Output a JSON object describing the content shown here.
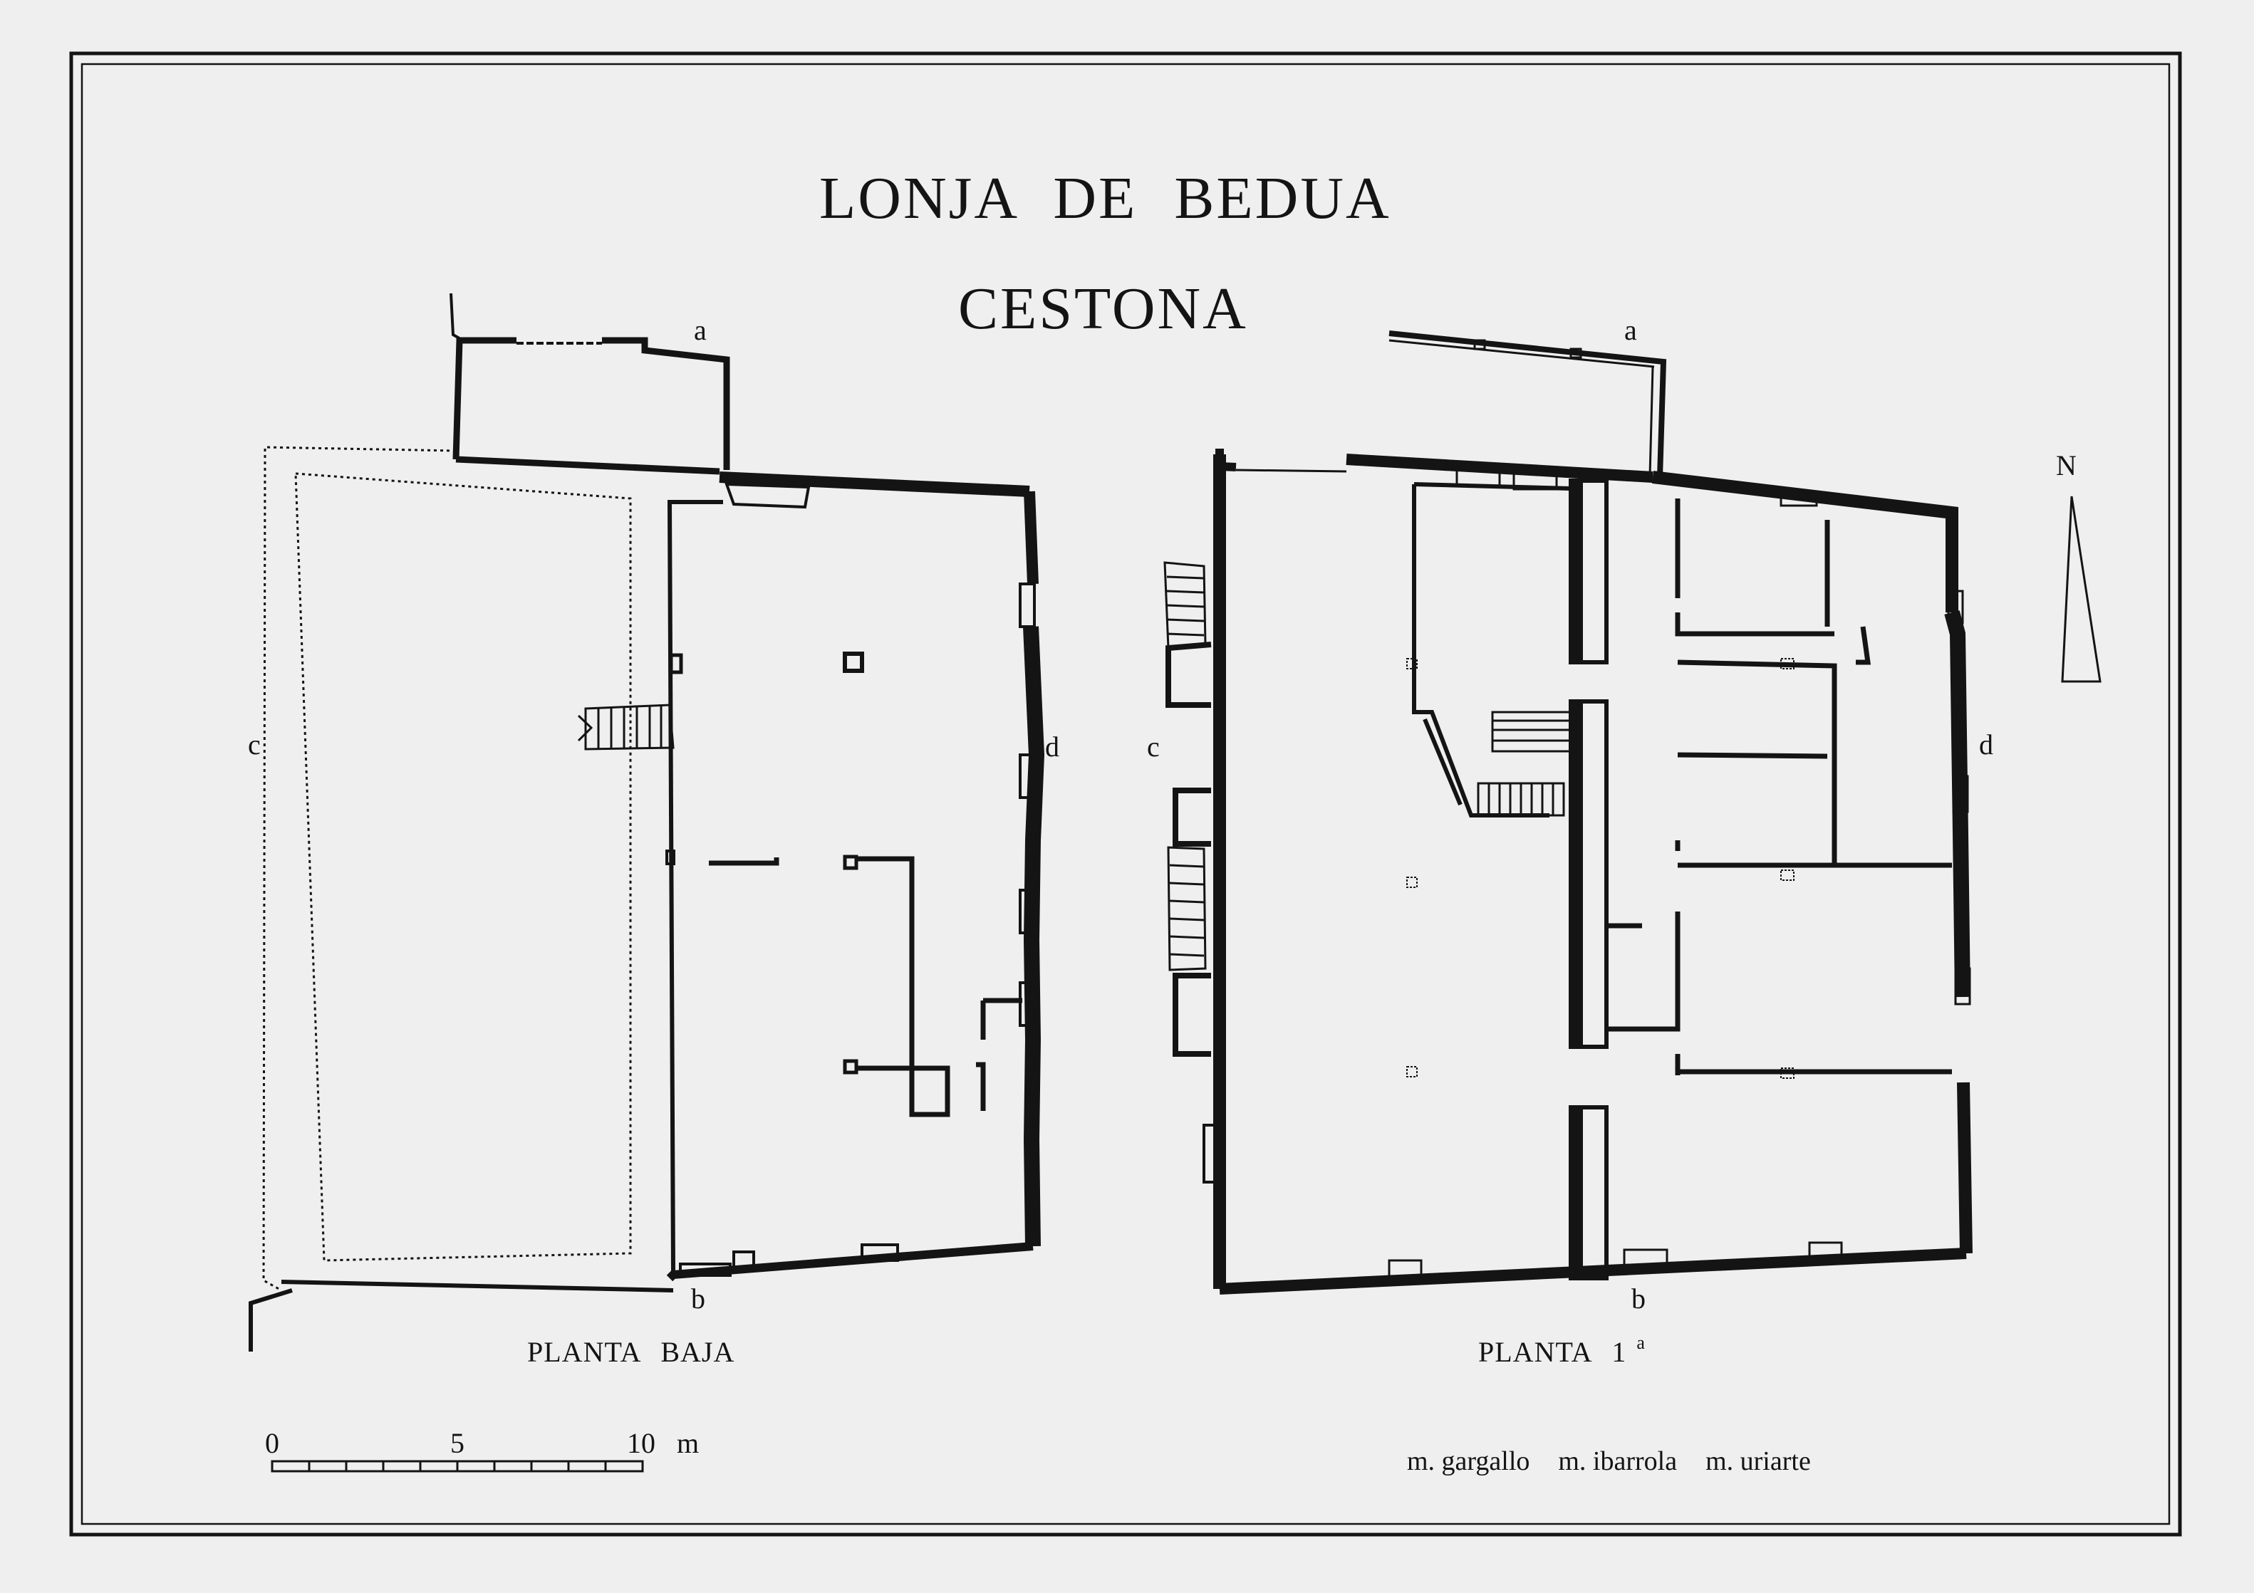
{
  "title": "LONJA DE BEDUA",
  "subtitle": "CESTONA",
  "plans": [
    {
      "name": "PLANTA  BAJA",
      "superscript": ""
    },
    {
      "name": "PLANTA  1",
      "superscript": "a"
    }
  ],
  "section_marks": {
    "a": "a",
    "b": "b",
    "c": "c",
    "d": "d"
  },
  "north_label": "N",
  "scale_bar": {
    "labels": [
      "0",
      "5",
      "10"
    ],
    "unit": "m",
    "max": 10
  },
  "credits": [
    "m. gargallo",
    "m. ibarrola",
    "m. uriarte"
  ],
  "colors": {
    "paper": "#efefef",
    "ink": "#141414"
  }
}
